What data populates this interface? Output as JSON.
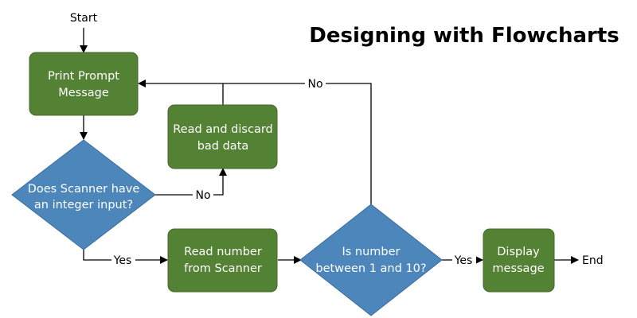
{
  "title": "Designing with Flowcharts",
  "terminals": {
    "start": "Start",
    "end": "End"
  },
  "nodes": {
    "print_prompt": {
      "line1": "Print Prompt",
      "line2": "Message"
    },
    "read_discard": {
      "line1": "Read and discard",
      "line2": "bad data"
    },
    "has_integer": {
      "line1": "Does Scanner have",
      "line2": "an integer input?"
    },
    "read_number": {
      "line1": "Read number",
      "line2": "from Scanner"
    },
    "in_range": {
      "line1": "Is number",
      "line2": "between 1 and 10?"
    },
    "display": {
      "line1": "Display",
      "line2": "message"
    }
  },
  "edges": {
    "no_int": "No",
    "yes_int": "Yes",
    "no_range": "No",
    "yes_range": "Yes"
  },
  "colors": {
    "process_fill": "#548235",
    "decision_fill": "#4d86bb",
    "node_text": "#ffffff",
    "connector": "#000000"
  }
}
